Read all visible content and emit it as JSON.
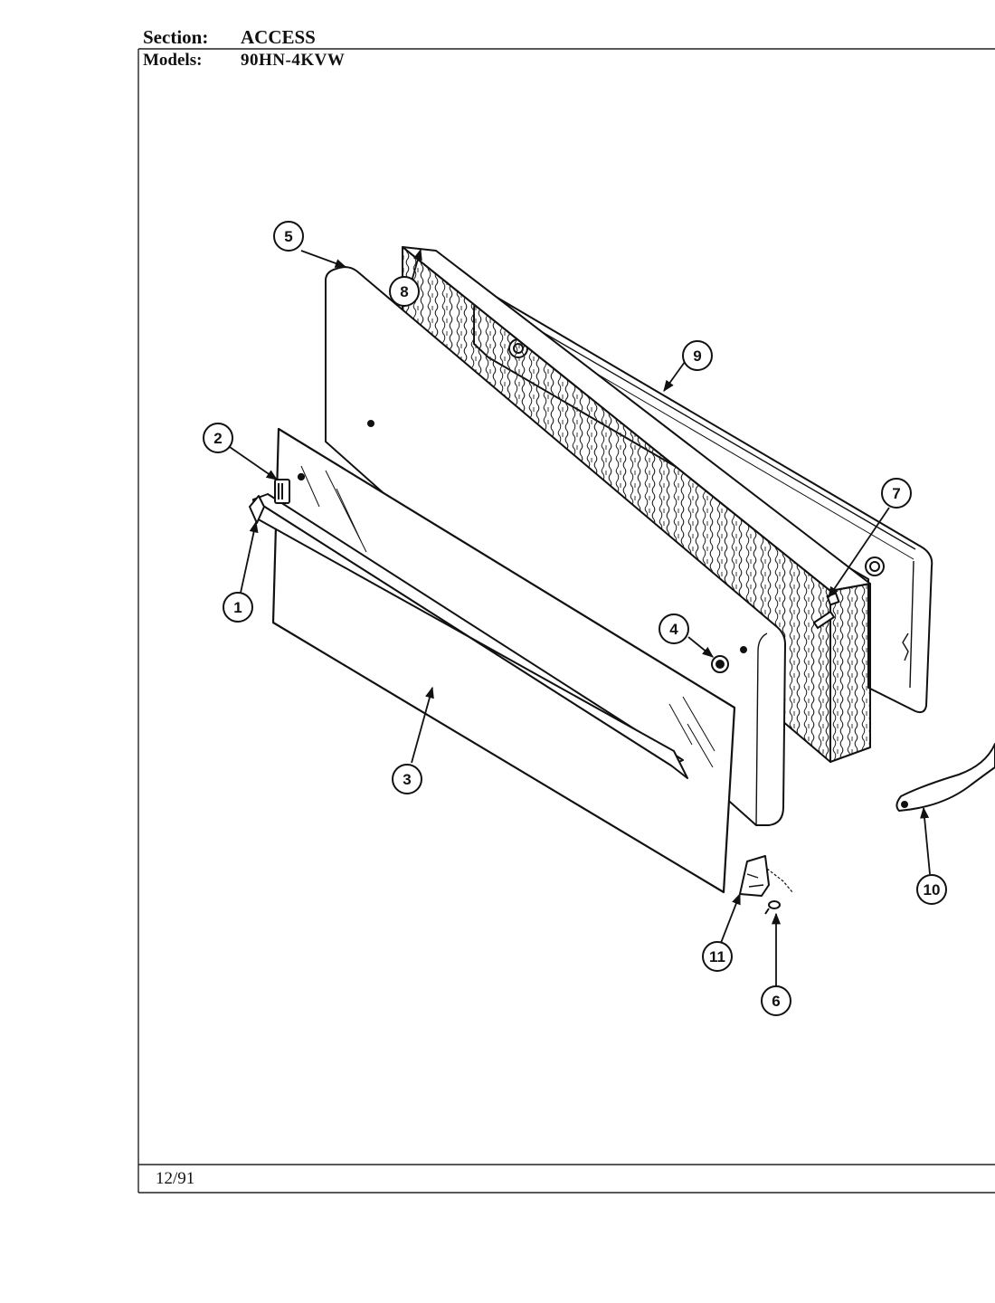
{
  "header": {
    "section_label": "Section:",
    "section_value": "ACCESS",
    "models_label": "Models:",
    "models_value": "90HN-4KVW"
  },
  "footer": {
    "date": "12/91"
  },
  "callouts": [
    {
      "id": "1",
      "label": "1"
    },
    {
      "id": "2",
      "label": "2"
    },
    {
      "id": "3",
      "label": "3"
    },
    {
      "id": "4",
      "label": "4"
    },
    {
      "id": "5",
      "label": "5"
    },
    {
      "id": "6",
      "label": "6"
    },
    {
      "id": "7",
      "label": "7"
    },
    {
      "id": "8",
      "label": "8"
    },
    {
      "id": "9",
      "label": "9"
    },
    {
      "id": "10",
      "label": "10"
    },
    {
      "id": "11",
      "label": "11"
    }
  ]
}
